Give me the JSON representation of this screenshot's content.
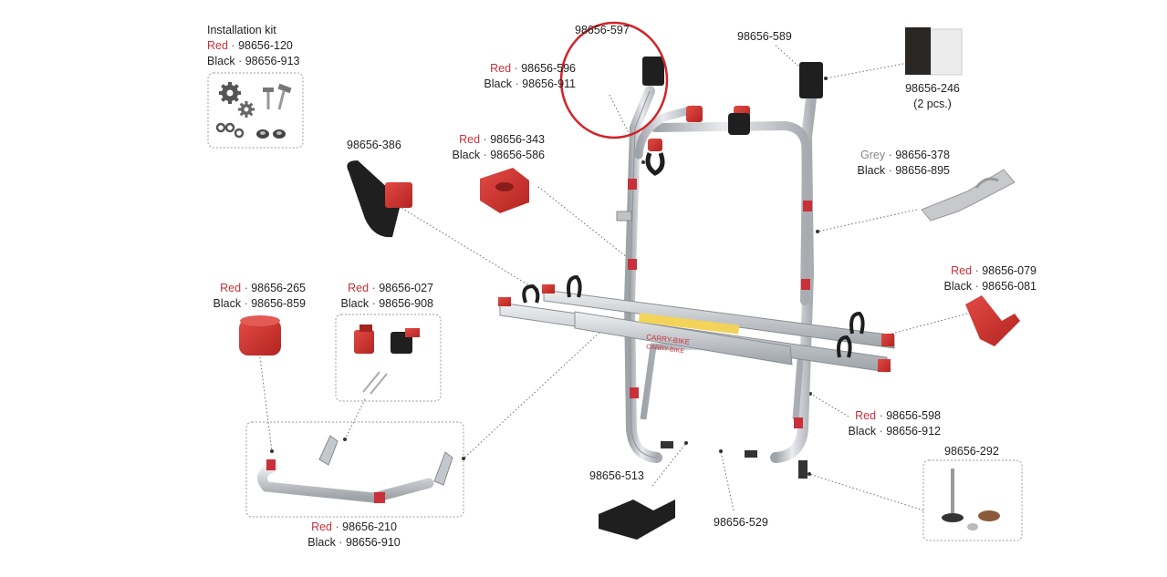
{
  "colors": {
    "red_label": "#c8303a",
    "text": "#222222",
    "leader_line": "#666666",
    "highlight_circle": "#d2232a",
    "aluminium": "#c9ccd0",
    "part_red": "#d0322e",
    "part_black": "#222222",
    "part_grey": "#c7c9cc"
  },
  "labels": {
    "kit_title": "Installation kit",
    "kit_red": "Red",
    "kit_red_code": "98656-120",
    "kit_black": "Black",
    "kit_black_code": "98656-913",
    "p597": "98656-597",
    "p596_red": "Red",
    "p596_red_code": "98656-596",
    "p596_black": "Black",
    "p596_black_code": "98656-911",
    "p589": "98656-589",
    "p246": "98656-246",
    "p246_qty": "(2 pcs.)",
    "p343_red": "Red",
    "p343_red_code": "98656-343",
    "p343_black": "Black",
    "p343_black_code": "98656-586",
    "p386": "98656-386",
    "p378_grey": "Grey",
    "p378_grey_code": "98656-378",
    "p378_black": "Black",
    "p378_black_code": "98656-895",
    "p079_red": "Red",
    "p079_red_code": "98656-079",
    "p079_black": "Black",
    "p079_black_code": "98656-081",
    "p265_red": "Red",
    "p265_red_code": "98656-265",
    "p265_black": "Black",
    "p265_black_code": "98656-859",
    "p027_red": "Red",
    "p027_red_code": "98656-027",
    "p027_black": "Black",
    "p027_black_code": "98656-908",
    "p598_red": "Red",
    "p598_red_code": "98656-598",
    "p598_black": "Black",
    "p598_black_code": "98656-912",
    "p292": "98656-292",
    "p513": "98656-513",
    "p529": "98656-529",
    "p210_red": "Red",
    "p210_red_code": "98656-210",
    "p210_black": "Black",
    "p210_black_code": "98656-910",
    "rail_print_1": "CARRY-BIKE",
    "rail_print_2": "CARRY-BIKE",
    "separator": "·"
  },
  "icons": [
    "gear-icon",
    "screw-icon",
    "chain-icon",
    "washer-icon"
  ]
}
